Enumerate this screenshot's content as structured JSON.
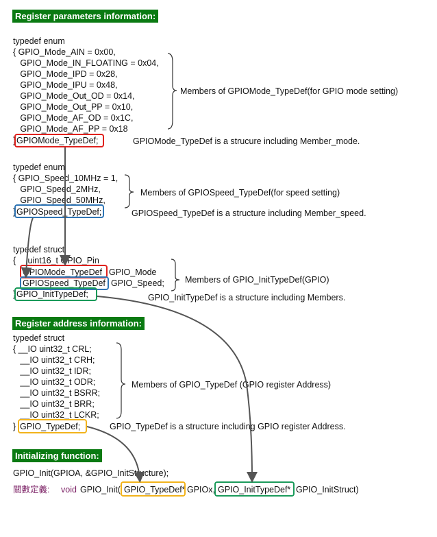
{
  "headers": {
    "register_params": "Register parameters information:",
    "register_address": "Register address information:",
    "init_function": "Initializing function:"
  },
  "mode_enum": {
    "line0": "typedef enum",
    "lines": [
      "{ GPIO_Mode_AIN = 0x00,",
      "   GPIO_Mode_IN_FLOATING = 0x04,",
      "   GPIO_Mode_IPD = 0x28,",
      "   GPIO_Mode_IPU = 0x48,",
      "   GPIO_Mode_Out_OD = 0x14,",
      "   GPIO_Mode_Out_PP = 0x10,",
      "   GPIO_Mode_AF_OD = 0x1C,",
      "   GPIO_Mode_AF_PP = 0x18"
    ],
    "close": "}",
    "type_name": "GPIOMode_TypeDef;",
    "members_note": "Members of GPIOMode_TypeDef(for GPIO mode setting)",
    "struct_note": "GPIOMode_TypeDef is a strucure including Member_mode."
  },
  "speed_enum": {
    "line0": "typedef enum",
    "lines": [
      "{ GPIO_Speed_10MHz = 1,",
      "   GPIO_Speed_2MHz,",
      "   GPIO_Speed_50MHz,"
    ],
    "close": "}",
    "type_name": "GPIOSpeed_TypeDef;",
    "members_note": "Members of GPIOSpeed_TypeDef(for speed setting)",
    "struct_note": "GPIOSpeed_TypeDef is a structure including Member_speed."
  },
  "init_struct": {
    "line0": "typedef struct",
    "line1": "{     uint16_t GPIO_Pin",
    "mode_type": "GPIOMode_TypeDef",
    "mode_member": "GPIO_Mode",
    "speed_type": "GPIOSpeed_TypeDef",
    "speed_member": "GPIO_Speed;",
    "close": "}",
    "type_name": "GPIO_InitTypeDef;",
    "members_note": "Members of GPIO_InitTypeDef(GPIO)",
    "struct_note": "GPIO_InitTypeDef is a structure including Members."
  },
  "gpio_struct": {
    "line0": "typedef struct",
    "lines": [
      "{ __IO uint32_t CRL;",
      "   __IO uint32_t CRH;",
      "   __IO uint32_t IDR;",
      "   __IO uint32_t ODR;",
      "   __IO uint32_t BSRR;",
      "   __IO uint32_t BRR;",
      "   __IO uint32_t LCKR;"
    ],
    "close": "}",
    "type_name": "GPIO_TypeDef;",
    "members_note": "Members of GPIO_TypeDef (GPIO register Address)",
    "struct_note": "GPIO_TypeDef is a structure including GPIO register Address."
  },
  "init_call": "GPIO_Init(GPIOA, &GPIO_InitStructure);",
  "definition": {
    "label": "關數定義:",
    "void": "void",
    "func": "GPIO_Init(",
    "param1_type": "GPIO_TypeDef*",
    "param1_name": "GPIOx,",
    "param2_type": "GPIO_InitTypeDef*",
    "param2_name": "GPIO_InitStruct)"
  },
  "colors": {
    "header_bg": "#0a7a12",
    "mode_box": "#e0211d",
    "speed_box": "#2f75b5",
    "init_box": "#1a9a5a",
    "gpio_box": "#f2b31b",
    "arrow": "#555555"
  }
}
